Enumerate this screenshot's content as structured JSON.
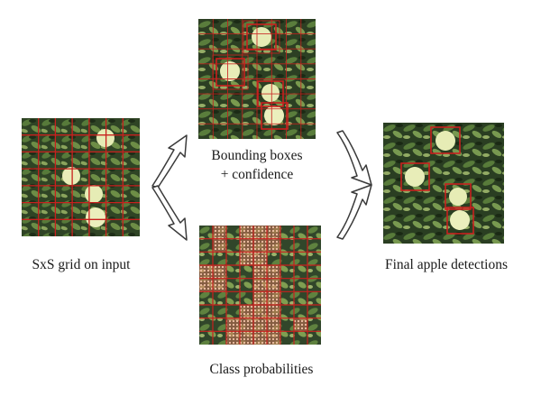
{
  "labels": {
    "grid": "SxS grid on input",
    "boxes_line1": "Bounding boxes",
    "boxes_line2": "+ confidence",
    "probs": "Class probabilities",
    "final": "Final apple detections"
  },
  "colors": {
    "foliage_dark": "#23331d",
    "foliage_mid": "#4f6b35",
    "foliage_light": "#8ea862",
    "apple": "#e8edb8",
    "grid_line": "#c8201e",
    "prob_overlay": "#d98a6e",
    "arrow_stroke": "#3a3a3a"
  },
  "panels": [
    {
      "id": "input-grid",
      "grid": 7,
      "apples": 4
    },
    {
      "id": "bounding-boxes",
      "grid": 8,
      "boxes": 4
    },
    {
      "id": "class-probabilities",
      "grid": 9
    },
    {
      "id": "final-detections",
      "boxes": 4
    }
  ]
}
